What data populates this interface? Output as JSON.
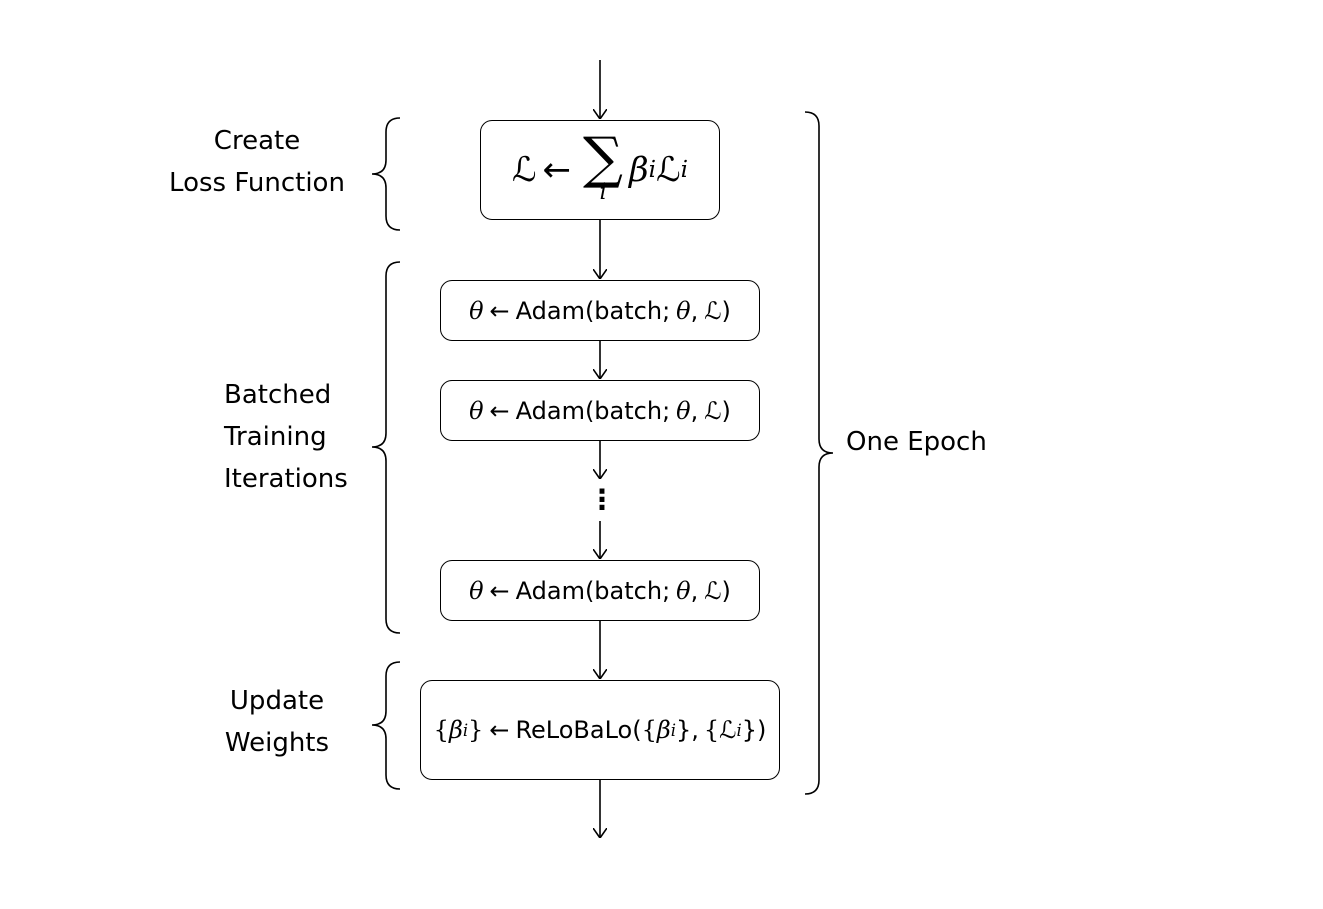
{
  "labels": {
    "create_line1": "Create",
    "create_line2": "Loss Function",
    "batched_line1": "Batched",
    "batched_line2": "Training",
    "batched_line3": "Iterations",
    "update_line1": "Update",
    "update_line2": "Weights",
    "one_epoch": "One Epoch"
  },
  "loss_box": {
    "lhs": "ℒ",
    "arrow": "←",
    "sum_symbol": "∑",
    "sum_index": "i",
    "beta": "β",
    "beta_sub": "i",
    "loss": "ℒ",
    "loss_sub": "i"
  },
  "adam_steps": [
    {
      "theta": "θ",
      "arrow": "←",
      "func": "Adam(batch;",
      "arg_theta": "θ",
      "comma": ",",
      "arg_loss": "ℒ",
      "close": ")"
    },
    {
      "theta": "θ",
      "arrow": "←",
      "func": "Adam(batch;",
      "arg_theta": "θ",
      "comma": ",",
      "arg_loss": "ℒ",
      "close": ")"
    },
    {
      "theta": "θ",
      "arrow": "←",
      "func": "Adam(batch;",
      "arg_theta": "θ",
      "comma": ",",
      "arg_loss": "ℒ",
      "close": ")"
    }
  ],
  "ellipsis": "⋮",
  "update_box": {
    "lhs_open": "{",
    "lhs_beta": "β",
    "lhs_sub": "i",
    "lhs_close": "}",
    "arrow": "←",
    "func": "ReLoBaLo(",
    "arg1_open": "{",
    "arg1_beta": "β",
    "arg1_sub": "i",
    "arg1_close": "},",
    "arg2_open": "{",
    "arg2_loss": "ℒ",
    "arg2_sub": "i",
    "arg2_close": "})"
  }
}
